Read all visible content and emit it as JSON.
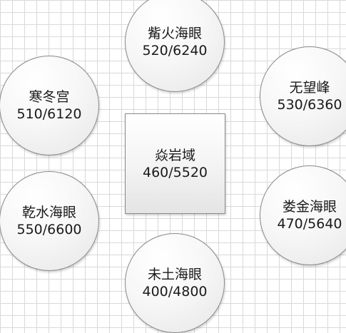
{
  "center": {
    "name": "焱岩域",
    "value": "460/5520"
  },
  "nodes": {
    "top": {
      "name": "觜火海眼",
      "value": "520/6240"
    },
    "top_left": {
      "name": "寒冬宫",
      "value": "510/6120"
    },
    "top_right": {
      "name": "无望峰",
      "value": "530/6360"
    },
    "bottom_left": {
      "name": "乾水海眼",
      "value": "550/6600"
    },
    "bottom_right": {
      "name": "娄金海眼",
      "value": "470/5640"
    },
    "bottom": {
      "name": "未土海眼",
      "value": "400/4800"
    }
  }
}
